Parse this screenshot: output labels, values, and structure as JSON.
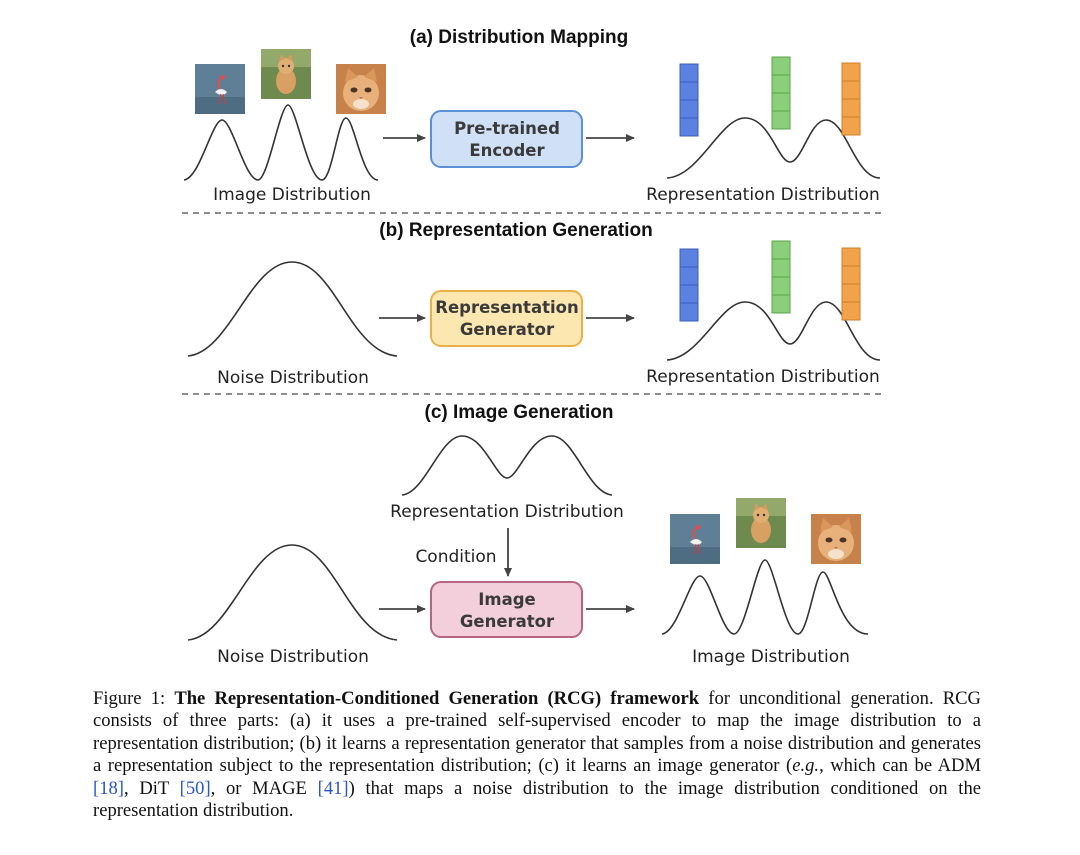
{
  "sections": {
    "a": {
      "title": "(a) Distribution Mapping",
      "left_label": "Image Distribution",
      "box_line1": "Pre-trained",
      "box_line2": "Encoder",
      "right_label": "Representation Distribution"
    },
    "b": {
      "title": "(b) Representation Generation",
      "left_label": "Noise Distribution",
      "box_line1": "Representation",
      "box_line2": "Generator",
      "right_label": "Representation Distribution"
    },
    "c": {
      "title": "(c) Image Generation",
      "top_label": "Representation Distribution",
      "condition_label": "Condition",
      "left_label": "Noise Distribution",
      "box_line1": "Image",
      "box_line2": "Generator",
      "right_label": "Image Distribution"
    }
  },
  "colors": {
    "encoder_fill": "#cfe0f7",
    "encoder_stroke": "#5b8fd6",
    "generator_fill": "#fde7b0",
    "generator_stroke": "#e8b04a",
    "image_gen_fill": "#f3cfdc",
    "image_gen_stroke": "#b5677f",
    "blue_token": "#5b82e0",
    "green_token": "#8ccf7a",
    "orange_token": "#f2a24a"
  },
  "icons": [
    "flamingo-thumbnail",
    "kitten-thumbnail",
    "cat-face-thumbnail"
  ],
  "caption": {
    "figure_label": "Figure 1:",
    "bold_title": "The Representation-Conditioned Generation (RCG) framework",
    "text_1": " for unconditional generation. RCG consists of three parts: (a) it uses a pre-trained self-supervised encoder to map the image distribution to a representation distribution; (b) it learns a representation generator that samples from a noise distribution and generates a representation subject to the representation distribution; (c) it learns an image generator (",
    "eg": "e.g.",
    "text_2": ", which can be ADM ",
    "cite_adm": "[18]",
    "text_3": ", DiT ",
    "cite_dit": "[50]",
    "text_4": ", or MAGE ",
    "cite_mage": "[41]",
    "text_5": ") that maps a noise distribution to the image distribution conditioned on the representation distribution."
  }
}
